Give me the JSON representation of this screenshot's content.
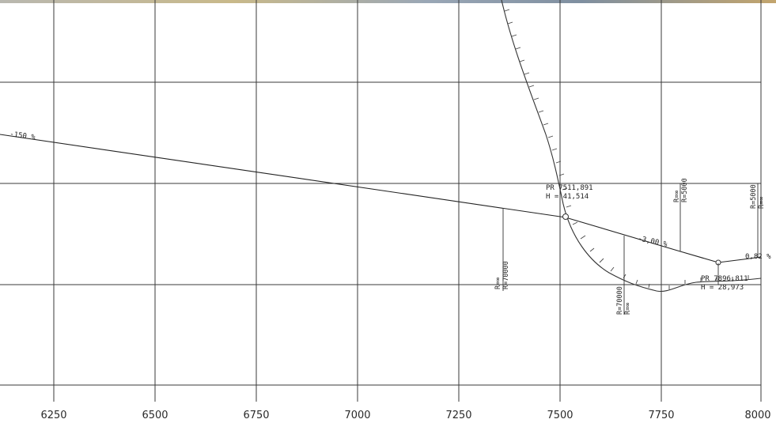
{
  "axis": {
    "x_ticks": [
      "6250",
      "6500",
      "6750",
      "7000",
      "7250",
      "7500",
      "7750",
      "8000"
    ]
  },
  "grades": {
    "left": "-150 %",
    "middle": "-3,00 %",
    "right": "0,82 %"
  },
  "annotations": {
    "pr1": {
      "line1": "PR 7511,891",
      "line2": "H = 41,514"
    },
    "pr2": {
      "line1": "PR 7896,811",
      "line2": "H = 28,973"
    },
    "curve_a": {
      "line1": "R=∞",
      "line2": "R=70000"
    },
    "curve_b": {
      "line1": "R=70000",
      "line2": "R=∞"
    },
    "curve_c": {
      "line1": "R=∞",
      "line2": "R=5000"
    },
    "curve_d": {
      "line1": "R=5000",
      "line2": "R=∞"
    }
  }
}
